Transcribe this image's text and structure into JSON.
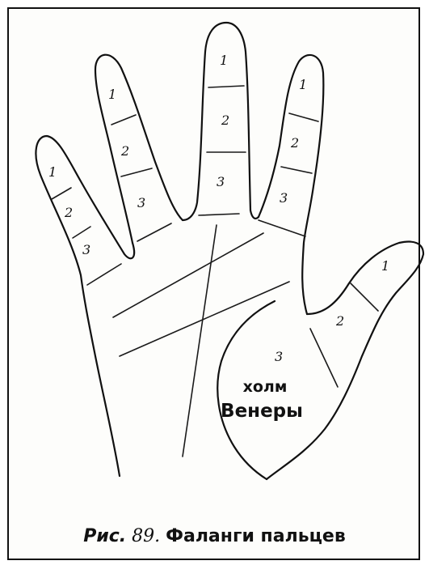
{
  "figure": {
    "caption_prefix": "Рис.",
    "caption_number": "89.",
    "caption_title": "Фаланги пальцев"
  },
  "phalanges": {
    "little_finger": [
      "1",
      "2",
      "3"
    ],
    "ring_finger": [
      "1",
      "2",
      "3"
    ],
    "middle_finger": [
      "1",
      "2",
      "3"
    ],
    "index_finger": [
      "1",
      "2",
      "3"
    ],
    "thumb": [
      "1",
      "2",
      "3"
    ]
  },
  "mount": {
    "line1": "холм",
    "line2": "Венеры"
  }
}
